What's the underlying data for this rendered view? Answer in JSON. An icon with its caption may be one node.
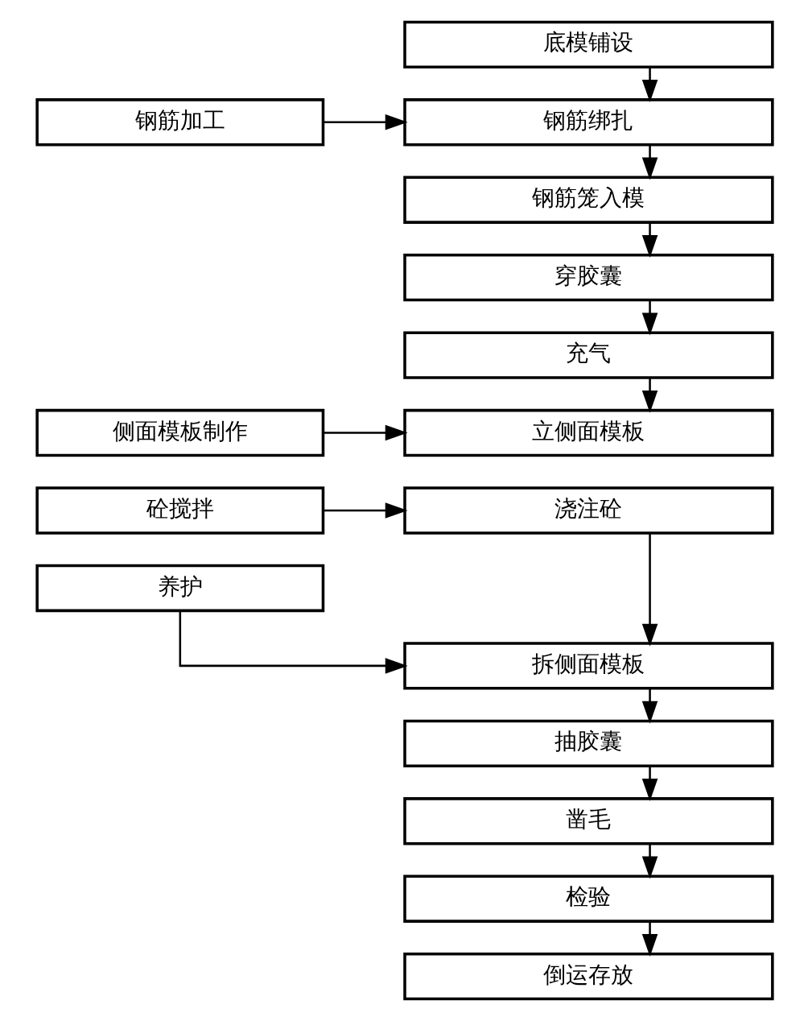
{
  "diagram": {
    "nodes": [
      {
        "text": [
          "底模铺设"
        ]
      },
      {
        "text": [
          "钢筋加工"
        ]
      },
      {
        "text": [
          "钢筋绑扎"
        ]
      },
      {
        "text": [
          "钢筋笼入模"
        ]
      },
      {
        "text": [
          "穿胶囊"
        ]
      },
      {
        "text": [
          "充气"
        ]
      },
      {
        "text": [
          "侧面模板制作"
        ]
      },
      {
        "text": [
          "立侧面模板"
        ]
      },
      {
        "text": [
          "砼搅拌"
        ]
      },
      {
        "text": [
          "浇注砼"
        ]
      },
      {
        "text": [
          "养护"
        ]
      },
      {
        "text": [
          "拆侧面模板"
        ]
      },
      {
        "text": [
          "抽胶囊"
        ]
      },
      {
        "text": [
          "凿毛"
        ]
      },
      {
        "text": [
          "检验"
        ]
      },
      {
        "text": [
          "倒运存放"
        ]
      }
    ],
    "edges": [
      {
        "from": 0,
        "to": 2,
        "arrow": "to"
      },
      {
        "from": 1,
        "to": 2,
        "arrow": "to"
      },
      {
        "from": 2,
        "to": 3,
        "arrow": "to"
      },
      {
        "from": 3,
        "to": 4,
        "arrow": "to"
      },
      {
        "from": 4,
        "to": 5,
        "arrow": "to"
      },
      {
        "from": 5,
        "to": 7,
        "arrow": "to"
      },
      {
        "from": 6,
        "to": 7,
        "arrow": "to"
      },
      {
        "from": 8,
        "to": 9,
        "arrow": "to"
      },
      {
        "from": 9,
        "to": 11,
        "arrow": "to"
      },
      {
        "from": 10,
        "to": 11,
        "arrow": "to"
      },
      {
        "from": 11,
        "to": 12,
        "arrow": "to"
      },
      {
        "from": 12,
        "to": 13,
        "arrow": "to"
      },
      {
        "from": 13,
        "to": 14,
        "arrow": "to"
      },
      {
        "from": 14,
        "to": 15,
        "arrow": "to"
      }
    ]
  }
}
